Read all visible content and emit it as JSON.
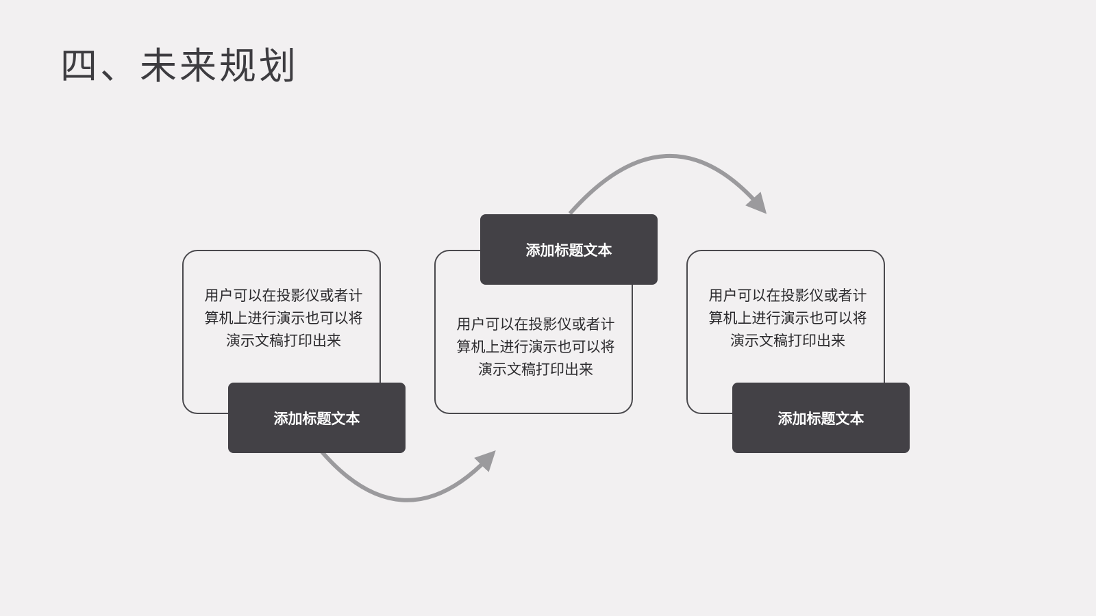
{
  "slide": {
    "title": "四、未来规划",
    "background_color": "#f2f0f1",
    "dark_box_color": "#434146",
    "arrow_color": "#9b9a9d"
  },
  "steps": [
    {
      "heading": "添加标题文本",
      "body": "用户可以在投影仪或者计算机上进行演示也可以将演示文稿打印出来",
      "body_lines": [
        "用户可以在投影仪或者计",
        "算机上进行演示也可以将",
        "演示文稿打印出来"
      ],
      "heading_position": "bottom-right"
    },
    {
      "heading": "添加标题文本",
      "body": "用户可以在投影仪或者计算机上进行演示也可以将演示文稿打印出来",
      "body_lines": [
        "用户可以在投影仪或者计",
        "算机上进行演示也可以将",
        "演示文稿打印出来"
      ],
      "heading_position": "top"
    },
    {
      "heading": "添加标题文本",
      "body": "用户可以在投影仪或者计算机上进行演示也可以将演示文稿打印出来",
      "body_lines": [
        "用户可以在投影仪或者计",
        "算机上进行演示也可以将",
        "演示文稿打印出来"
      ],
      "heading_position": "bottom-right"
    }
  ],
  "connectors": [
    {
      "icon": "curved-arrow-icon",
      "from": "step-1",
      "to": "step-2",
      "direction": "below"
    },
    {
      "icon": "curved-arrow-icon",
      "from": "step-2",
      "to": "step-3",
      "direction": "above"
    }
  ]
}
